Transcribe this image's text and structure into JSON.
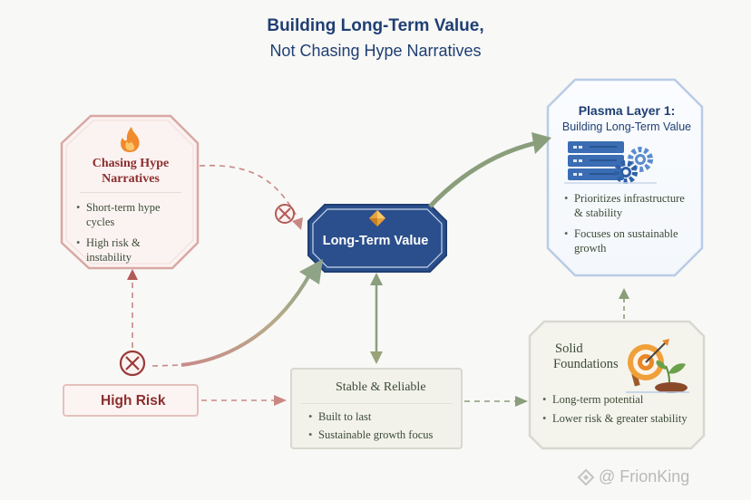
{
  "title": {
    "line1": "Building Long-Term Value,",
    "line2": "Not Chasing Hype Narratives"
  },
  "hype_card": {
    "icon": "fire-icon",
    "title_line1": "Chasing Hype",
    "title_line2": "Narratives",
    "bullets": [
      "Short-term hype cycles",
      "High risk & instability"
    ]
  },
  "central_node": {
    "icon": "diamond-icon",
    "label": "Long-Term Value"
  },
  "plasma_card": {
    "title": "Plasma Layer 1:",
    "subtitle": "Building Long-Term Value",
    "icon": "server-gears-icon",
    "bullets": [
      "Prioritizes infrastructure & stability",
      "Focuses on sustainable growth"
    ]
  },
  "high_risk": {
    "icon": "warning-icon",
    "label": "High Risk"
  },
  "stable_card": {
    "icon": "shield-icon",
    "title": "Stable & Reliable",
    "bullets": [
      "Built to last",
      "Sustainable growth focus"
    ]
  },
  "foundations_card": {
    "title_line1": "Solid",
    "title_line2": "Foundations",
    "icon": "target-sprout-icon",
    "bullets": [
      "Long-term potential",
      "Lower risk & greater stability"
    ]
  },
  "blocked_markers": [
    "x-circle-icon",
    "x-circle-icon"
  ],
  "watermark": "@ FrionKing",
  "colors": {
    "title_blue": "#1f3f73",
    "hype_red": "#8b2e2e",
    "hype_border": "#d9a8a4",
    "central_blue": "#2b4f8c",
    "plasma_border": "#b9cce6",
    "green_arrow": "#8a9e7c",
    "neutral_border": "#d8d8d0"
  }
}
